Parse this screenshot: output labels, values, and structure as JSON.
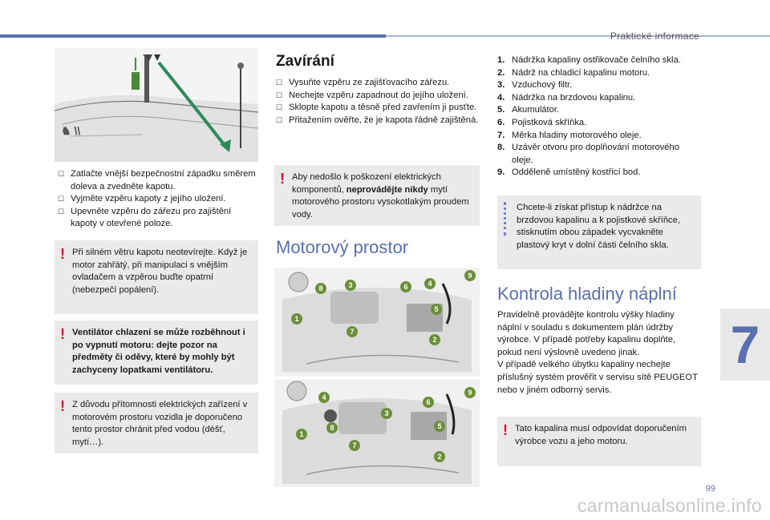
{
  "header": {
    "title": "Praktické informace",
    "chapter": "7",
    "page": "99"
  },
  "watermark": "carmanualsonline.info",
  "left": {
    "steps": [
      "Zatlačte vnější bezpečnostní západku směrem doleva a zvedněte kapotu.",
      "Vyjměte vzpěru kapoty z jejího uložení.",
      "Upevněte vzpěru do zářezu pro zajištění kapoty v otevřené poloze."
    ],
    "warn1": "Při silném větru kapotu neotevírejte. Když je motor zahřátý, při manipulaci s vnějším ovladačem a vzpěrou buďte opatrní (nebezpečí popálení).",
    "warn2": "Ventilátor chlazení se může rozběhnout i po vypnutí motoru: dejte pozor na předměty či oděvy, které by mohly být zachyceny lopatkami ventilátoru.",
    "warn3": "Z důvodu přítomnosti elektrických zařízení v motorovém prostoru vozidla je doporučeno tento prostor chránit před vodou (déšť, mytí…)."
  },
  "middle": {
    "closing_title": "Zavírání",
    "closing_steps": [
      "Vysuňte vzpěru ze zajišťovacího zářezu.",
      "Nechejte vzpěru zapadnout do jejího uložení.",
      "Sklopte kapotu a těsně před zavřením ji pusťte.",
      "Přitažením ověřte, že je kapota řádně zajištěná."
    ],
    "warn_pre": "Aby nedošlo k poškození elektrických komponentů, ",
    "warn_bold": "neprovádějte nikdy",
    "warn_post": " mytí motorového prostoru vysokotlakým proudem vody.",
    "engine_title": "Motorový prostor",
    "badges_top": [
      "8",
      "3",
      "6",
      "4",
      "9",
      "5",
      "1",
      "7",
      "2"
    ],
    "badges_bottom": [
      "4",
      "6",
      "9",
      "3",
      "5",
      "1",
      "8",
      "7",
      "2"
    ]
  },
  "right": {
    "items": [
      {
        "n": "1.",
        "t": "Nádržka kapaliny ostřikovače čelního skla."
      },
      {
        "n": "2.",
        "t": "Nádrž na chladicí kapalinu motoru."
      },
      {
        "n": "3.",
        "t": "Vzduchový filtr."
      },
      {
        "n": "4.",
        "t": "Nádržka na brzdovou kapalinu."
      },
      {
        "n": "5.",
        "t": "Akumulátor."
      },
      {
        "n": "6.",
        "t": "Pojistková skříňka."
      },
      {
        "n": "7.",
        "t": "Měrka hladiny motorového oleje."
      },
      {
        "n": "8.",
        "t": "Uzávěr otvoru pro doplňování motorového oleje."
      },
      {
        "n": "9.",
        "t": "Odděleně umístěný kostřicí bod."
      }
    ],
    "info": "Chcete-li získat přístup k nádržce na brzdovou kapalinu a k pojistkové skříňce, stisknutím obou západek vycvakněte plastový kryt v dolní části čelního skla.",
    "level_title": "Kontrola hladiny náplní",
    "level_text1": "Pravidelně provádějte kontrolu výšky hladiny náplní v souladu s dokumentem plán údržby výrobce. V případě potřeby kapalinu doplňte, pokud není výslovně uvedeno jinak.",
    "level_text2": "V případě velkého úbytku kapaliny nechejte příslušný systém prověřit v servisu sítě PEUGEOT nebo v jiném odborný servis.",
    "warn": "Tato kapalina musí odpovídat doporučením výrobce vozu a jeho motoru."
  },
  "colors": {
    "accent": "#5a6fb0",
    "warning": "#e4002b",
    "badge": "#6b8f3a"
  }
}
